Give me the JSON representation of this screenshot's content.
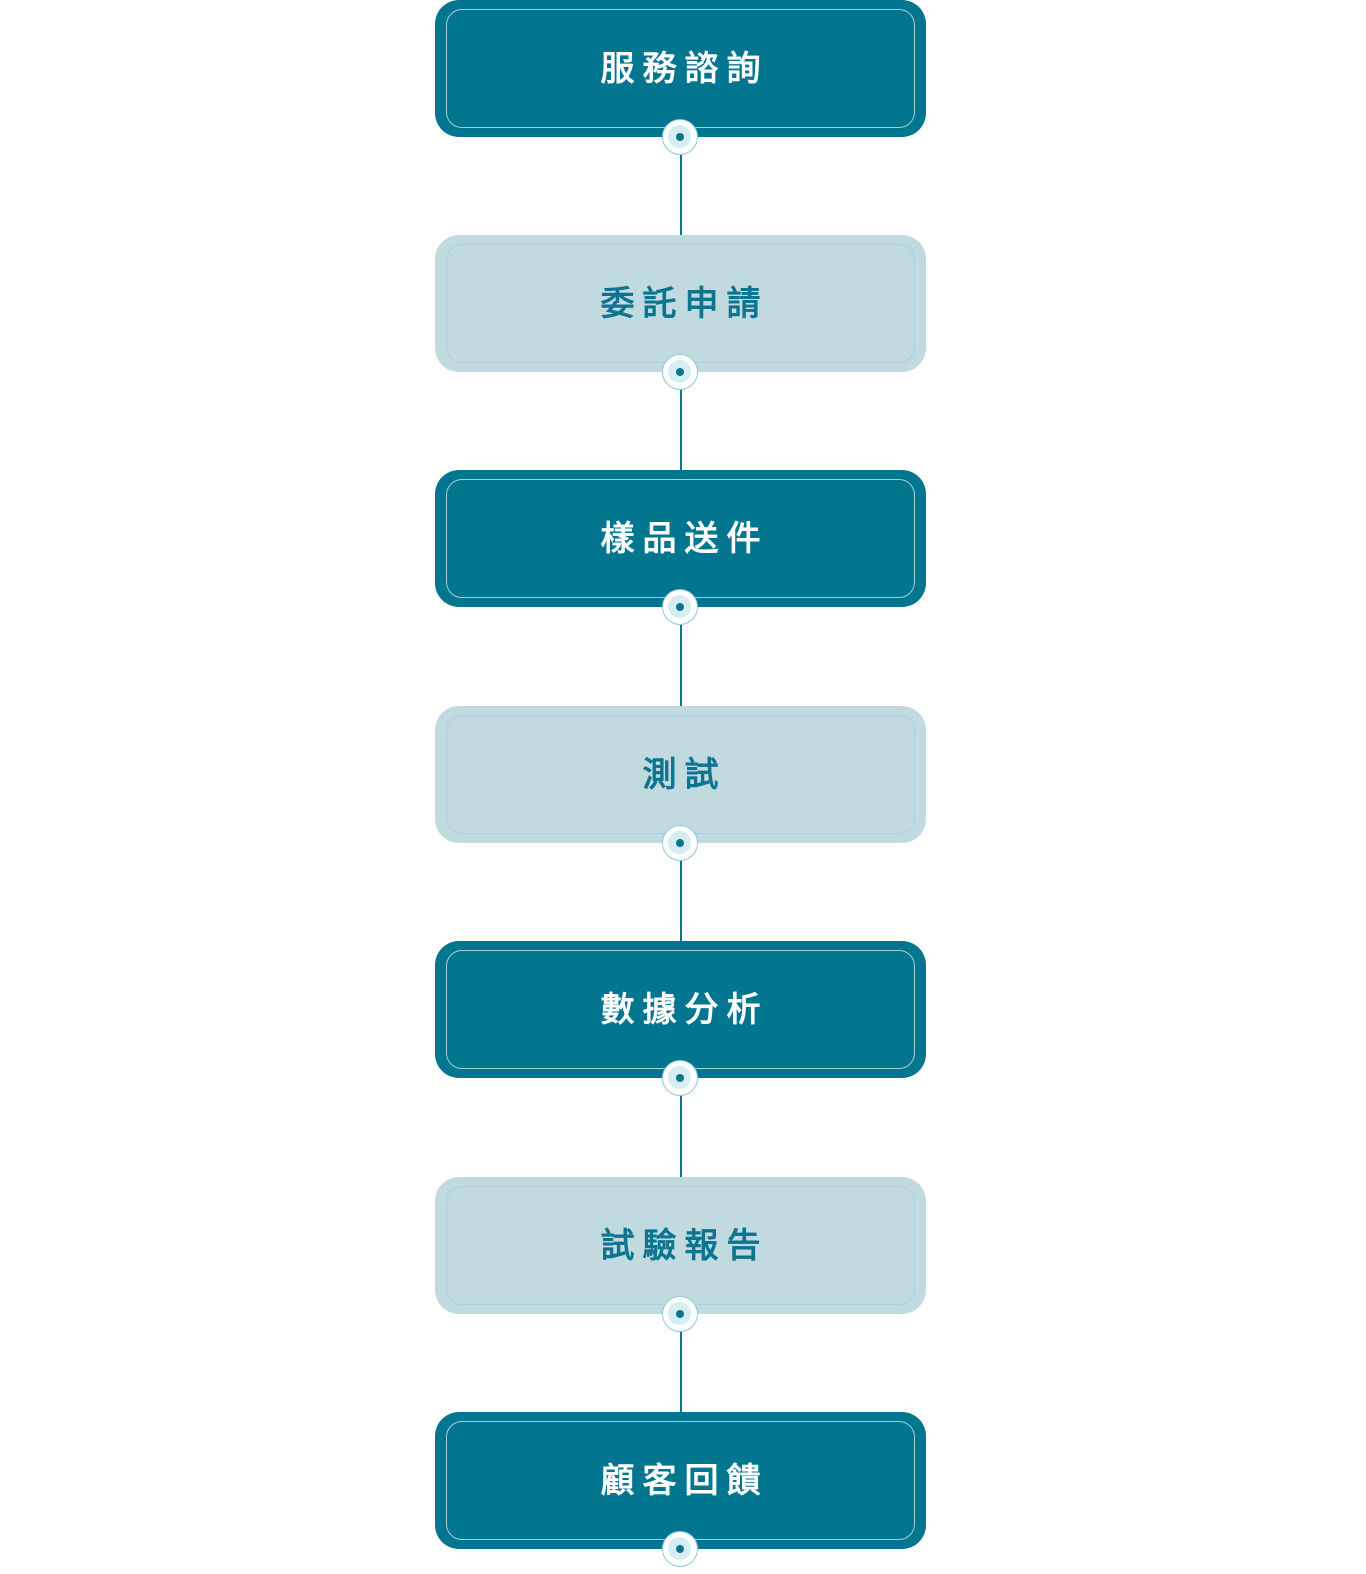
{
  "steps": [
    {
      "label": "服務諮詢",
      "variant": "dark"
    },
    {
      "label": "委託申請",
      "variant": "light"
    },
    {
      "label": "樣品送件",
      "variant": "dark"
    },
    {
      "label": "測試",
      "variant": "light"
    },
    {
      "label": "數據分析",
      "variant": "dark"
    },
    {
      "label": "試驗報告",
      "variant": "light"
    },
    {
      "label": "顧客回饋",
      "variant": "dark"
    }
  ],
  "colors": {
    "dark_fill": "#02758f",
    "light_fill": "#c1dadf",
    "connector": "#0d7590",
    "text_on_light": "#0d7590",
    "text_on_dark": "#ffffff"
  }
}
